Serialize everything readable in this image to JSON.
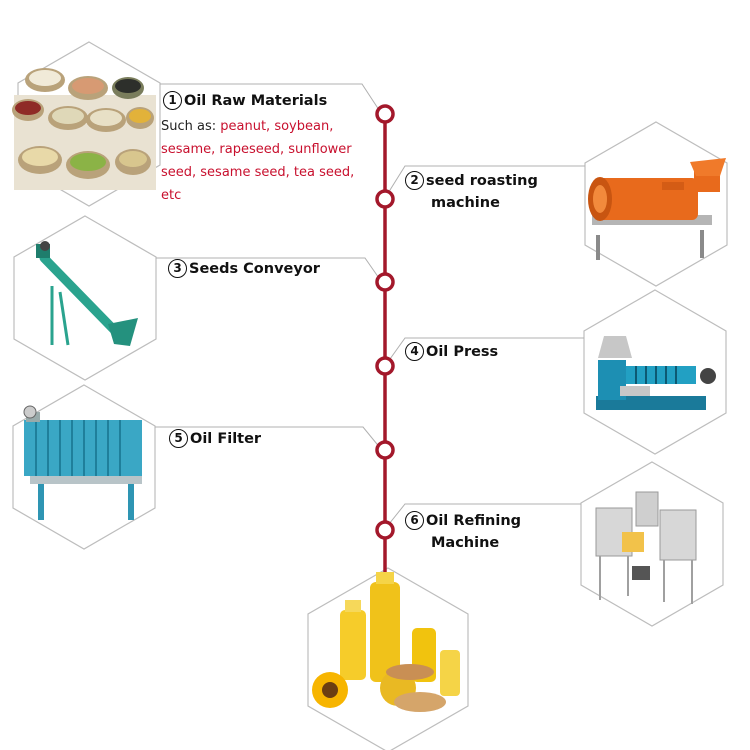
{
  "steps": [
    {
      "num": "1",
      "title": "Oil Raw Materials",
      "image": "grain-sacks-image"
    },
    {
      "num": "2",
      "title": "seed roasting",
      "title2": "machine",
      "image": "roasting-drum-image"
    },
    {
      "num": "3",
      "title": "Seeds Conveyor",
      "image": "screw-conveyor-image"
    },
    {
      "num": "4",
      "title": "Oil Press",
      "image": "screw-press-image"
    },
    {
      "num": "5",
      "title": "Oil Filter",
      "image": "plate-filter-image"
    },
    {
      "num": "6",
      "title": "Oil Refining",
      "title2": "Machine",
      "image": "refining-tanks-image"
    }
  ],
  "materials": {
    "intro": "Such as: ",
    "line1": "peanut, soybean,",
    "line2": "sesame, rapeseed, sunflower",
    "line3": "seed, sesame seed, tea seed,",
    "line4": "etc"
  },
  "final_image": "bottled-oil-sunflower-image",
  "colors": {
    "timeline": "#a3182b",
    "connector": "#b0b0b0",
    "materials_text": "#c8102e"
  }
}
